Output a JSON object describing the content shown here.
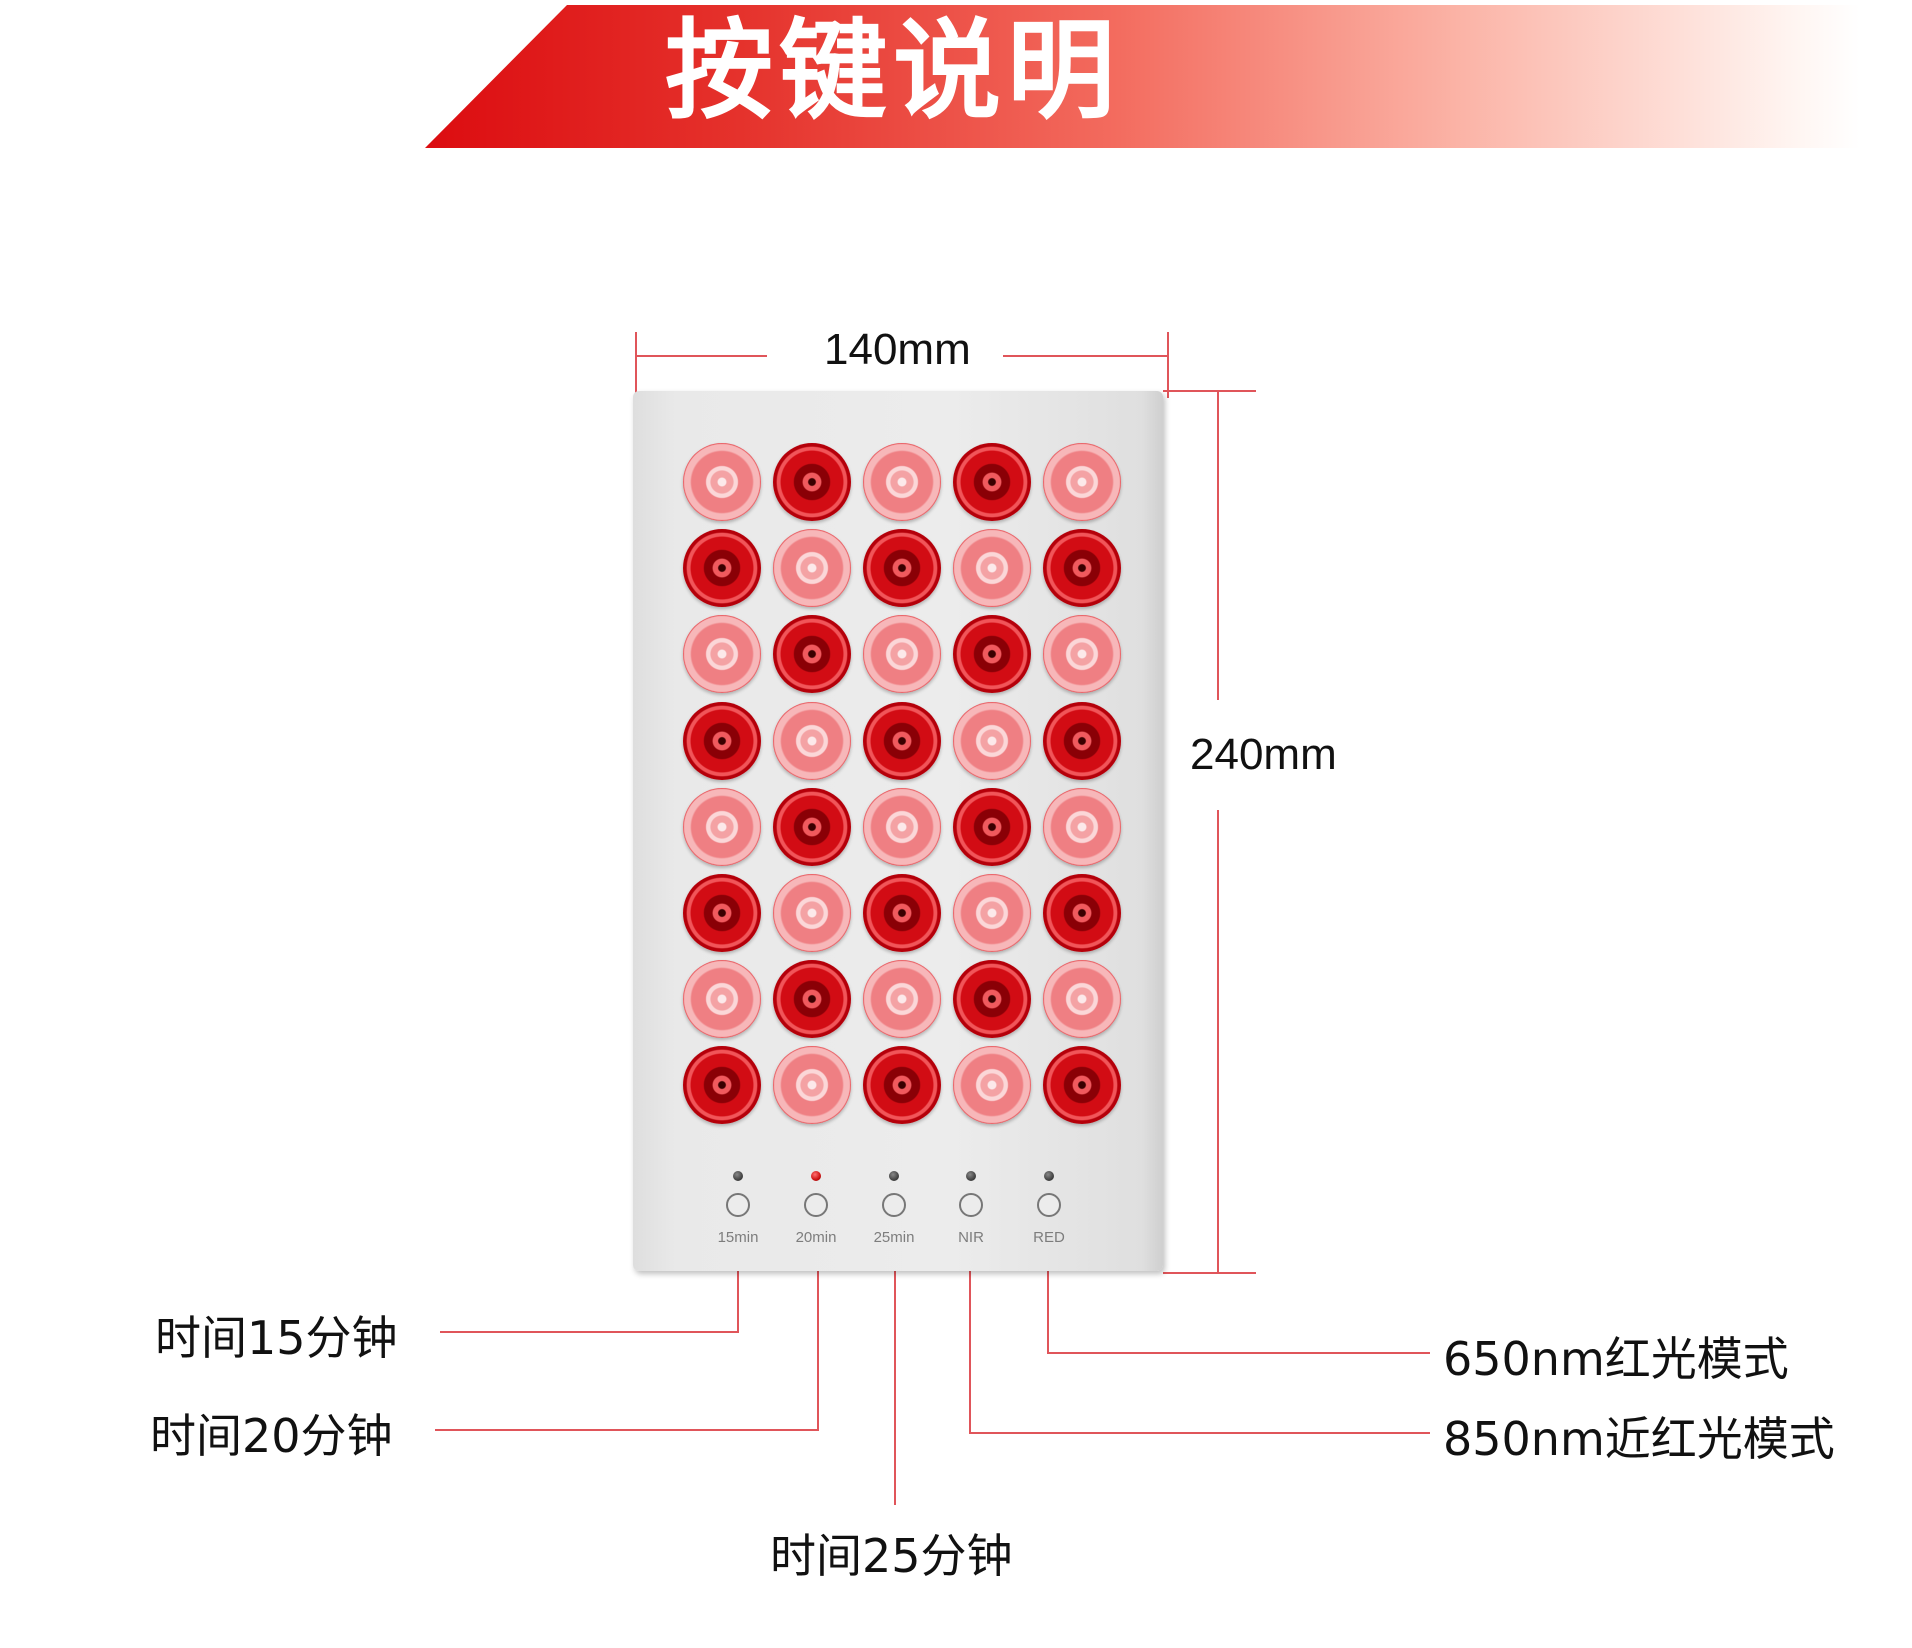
{
  "banner": {
    "title": "按键说明"
  },
  "dimensions": {
    "width": "140mm",
    "height": "240mm"
  },
  "panel": {
    "led_rows": [
      [
        "light",
        "dark",
        "light",
        "dark",
        "light"
      ],
      [
        "dark",
        "light",
        "dark",
        "light",
        "dark"
      ],
      [
        "light",
        "dark",
        "light",
        "dark",
        "light"
      ],
      [
        "dark",
        "light",
        "dark",
        "light",
        "dark"
      ],
      [
        "light",
        "dark",
        "light",
        "dark",
        "light"
      ],
      [
        "dark",
        "light",
        "dark",
        "light",
        "dark"
      ],
      [
        "light",
        "dark",
        "light",
        "dark",
        "light"
      ],
      [
        "dark",
        "light",
        "dark",
        "light",
        "dark"
      ]
    ],
    "buttons": [
      {
        "label": "15min",
        "indicator_on": false
      },
      {
        "label": "20min",
        "indicator_on": true
      },
      {
        "label": "25min",
        "indicator_on": false
      },
      {
        "label": "NIR",
        "indicator_on": false
      },
      {
        "label": "RED",
        "indicator_on": false
      }
    ]
  },
  "callouts": {
    "time15": "时间15分钟",
    "time20": "时间20分钟",
    "time25": "时间25分钟",
    "red650": "650nm红光模式",
    "nir850": "850nm近红光模式"
  },
  "colors": {
    "accent_red": "#dc0c10",
    "guide_line": "#e0555a"
  }
}
